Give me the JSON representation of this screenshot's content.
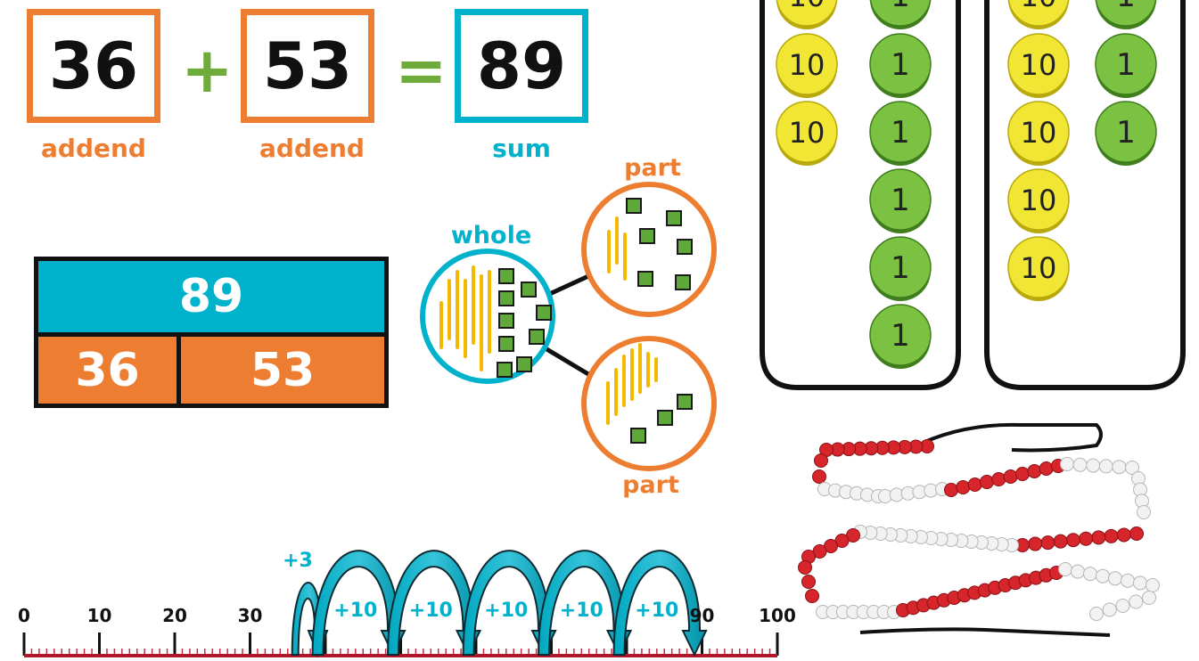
{
  "equation": {
    "addend1": "36",
    "plus": "+",
    "addend2": "53",
    "equals": "=",
    "sum": "89",
    "addend1_label": "addend",
    "addend2_label": "addend",
    "sum_label": "sum"
  },
  "bar_model": {
    "whole": "89",
    "part1": "36",
    "part2": "53"
  },
  "part_whole": {
    "whole_label": "whole",
    "part_top_label": "part",
    "part_bottom_label": "part"
  },
  "counters": {
    "ten_label": "10",
    "one_label": "1",
    "left_tray": {
      "tens": 3,
      "ones": 6
    },
    "right_tray": {
      "tens": 5,
      "ones": 3
    }
  },
  "number_line": {
    "ticks": [
      "0",
      "10",
      "20",
      "30",
      "40",
      "50",
      "60",
      "70",
      "80",
      "90",
      "100"
    ],
    "visible_tick_labels": [
      "0",
      "10",
      "20",
      "30",
      "90",
      "100"
    ],
    "jumps": [
      "+3",
      "+10",
      "+10",
      "+10",
      "+10",
      "+10"
    ]
  },
  "colors": {
    "orange": "#ed7d31",
    "teal": "#00b2cc",
    "green": "#6fab3b",
    "yellow_counter": "#f2e635",
    "green_counter": "#7cc242",
    "bead_red": "#d7262b",
    "bead_white": "#f2f2f2"
  }
}
